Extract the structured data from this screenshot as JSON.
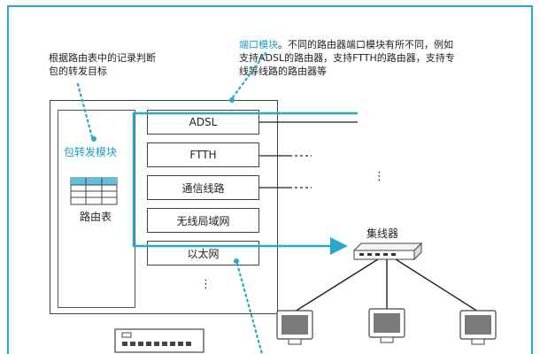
{
  "annotations": {
    "forward_note_line1": "根据路由表中的记录判断",
    "forward_note_line2": "包的转发目标",
    "port_note_term": "端口模块",
    "port_note_line1": "。不同的路由器端口模块有所不同，例如",
    "port_note_line2": "支持ADSL的路由器，支持FTTH的路由器，支持专",
    "port_note_line3": "线等线路的路由器等"
  },
  "router": {
    "packet_module_label": "包转发模块",
    "routing_table_label": "路由表",
    "ports": [
      {
        "label": "ADSL"
      },
      {
        "label": "FTTH"
      },
      {
        "label": "通信线路"
      },
      {
        "label": "无线局域网"
      },
      {
        "label": "以太网"
      }
    ],
    "ellipsis": "⋮"
  },
  "hub": {
    "label": "集线器"
  },
  "colors": {
    "accent": "#2aa8cc",
    "line": "#222222"
  }
}
